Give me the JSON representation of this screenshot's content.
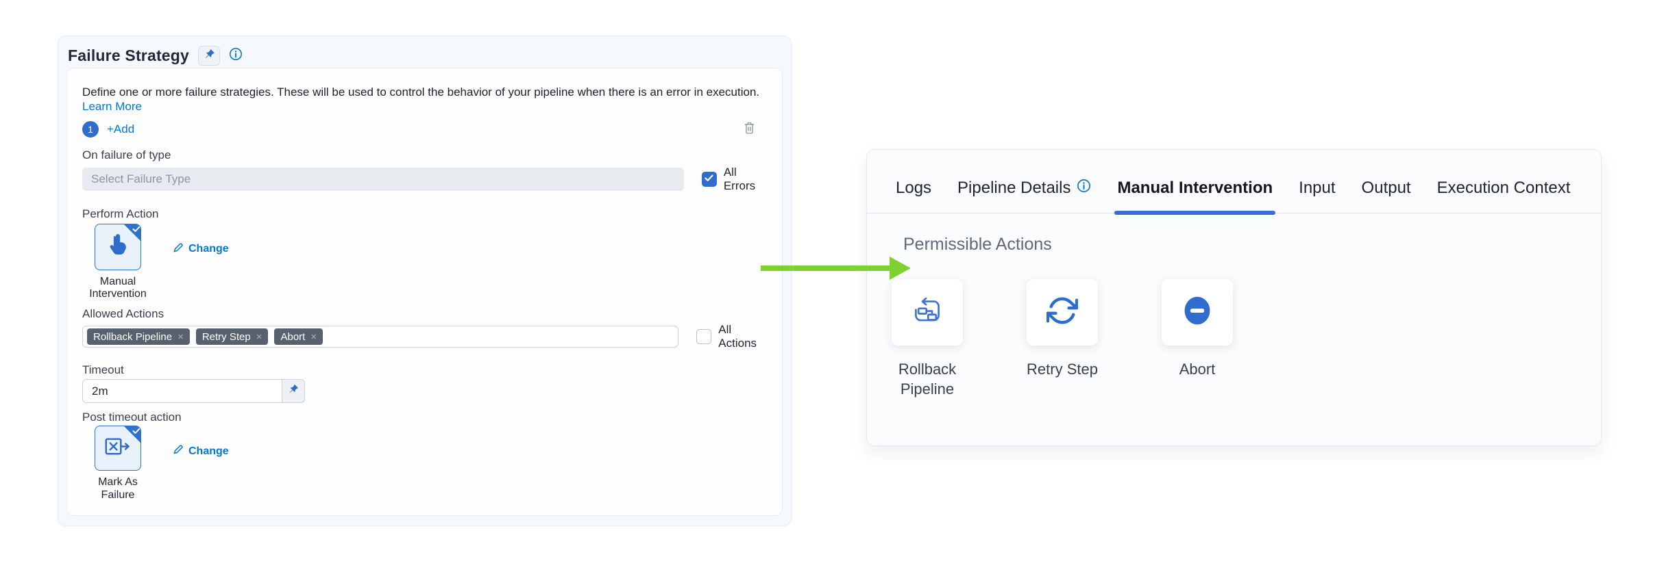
{
  "colors": {
    "primary_blue": "#2e6dcb",
    "link_blue": "#0278d5",
    "arrow_green": "#7fd130",
    "tag_gray": "#57626e",
    "active_tab_underline": "#3d6ad2"
  },
  "left_panel": {
    "title": "Failure Strategy",
    "description": "Define one or more failure strategies. These will be used to control the behavior of your pipeline when there is an error in execution.",
    "learn_more_label": "Learn More",
    "strategy_number": "1",
    "add_label": "+Add",
    "fields": {
      "on_failure_label": "On failure of type",
      "failure_type_placeholder": "Select Failure Type",
      "all_errors_label": "All Errors",
      "perform_action_label": "Perform Action",
      "perform_action_value": "Manual Intervention",
      "change_label": "Change",
      "allowed_actions_label": "Allowed Actions",
      "all_actions_label": "All Actions",
      "timeout_label": "Timeout",
      "timeout_value": "2m",
      "post_timeout_label": "Post timeout action",
      "post_timeout_value": "Mark As Failure"
    },
    "allowed_action_tags": [
      "Rollback Pipeline",
      "Retry Step",
      "Abort"
    ]
  },
  "right_panel": {
    "tabs": [
      {
        "label": "Logs"
      },
      {
        "label": "Pipeline Details",
        "has_info_icon": true
      },
      {
        "label": "Manual Intervention",
        "active": true
      },
      {
        "label": "Input"
      },
      {
        "label": "Output"
      },
      {
        "label": "Execution Context"
      }
    ],
    "section_title": "Permissible Actions",
    "actions": [
      {
        "label": "Rollback Pipeline",
        "icon": "rollback-pipeline-icon"
      },
      {
        "label": "Retry Step",
        "icon": "retry-icon"
      },
      {
        "label": "Abort",
        "icon": "abort-icon"
      }
    ]
  },
  "icons": {
    "close_glyph": "×"
  }
}
